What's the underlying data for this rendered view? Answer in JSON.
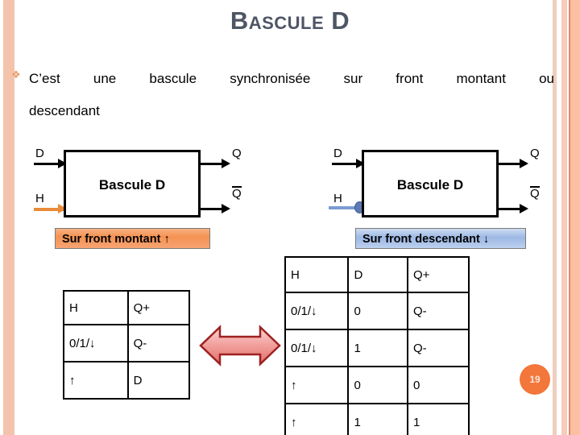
{
  "slide": {
    "title": "Bascule D",
    "page_number": "19",
    "bullet_marker": "❖",
    "bullet_text_line1": "C’est une bascule synchronisée sur front montant ou",
    "bullet_text_line2": "descendant"
  },
  "colors": {
    "title": "#4e5565",
    "bullet_marker": "#e89a68",
    "edge_band": "#f4c3ab",
    "clock_rising": "#ea8b3a",
    "clock_falling": "#7b9bd2",
    "banner_rising": "#f59252",
    "banner_falling": "#9cb8e4",
    "badge": "#f3763b",
    "arrow_border": "#9e2121",
    "arrow_fill": "#f3a3a0"
  },
  "diagram_left": {
    "block_label": "Bascule D",
    "input_d": "D",
    "input_h": "H",
    "output_q": "Q",
    "output_qbar": "Q",
    "caption": "Sur front montant ↑"
  },
  "diagram_right": {
    "block_label": "Bascule D",
    "input_d": "D",
    "input_h": "H",
    "output_q": "Q",
    "output_qbar": "Q",
    "caption": "Sur front descendant ↓"
  },
  "table_left": {
    "headers": [
      "H",
      "Q+"
    ],
    "rows": [
      [
        "0/1/↓",
        "Q-"
      ],
      [
        "↑",
        "D"
      ]
    ]
  },
  "table_right": {
    "headers": [
      "H",
      "D",
      "Q+"
    ],
    "rows": [
      [
        "0/1/↓",
        "0",
        "Q-"
      ],
      [
        "0/1/↓",
        "1",
        "Q-"
      ],
      [
        "↑",
        "0",
        "0"
      ],
      [
        "↑",
        "1",
        "1"
      ]
    ]
  }
}
